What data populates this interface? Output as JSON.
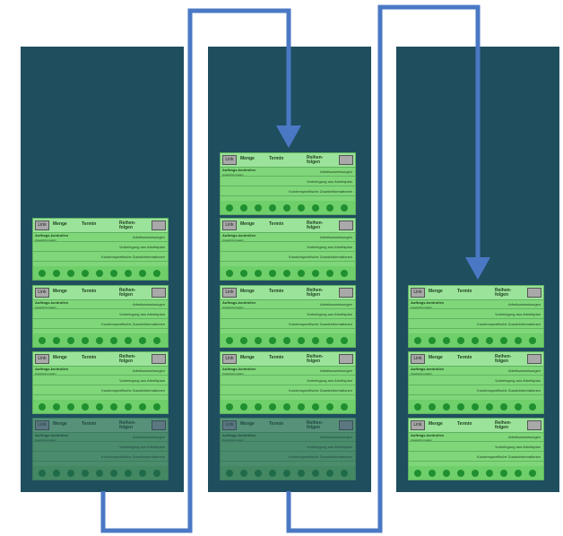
{
  "colors": {
    "column": "#1f4e5f",
    "card": "#7fd77a",
    "arrow": "#4a78c4"
  },
  "columns": [
    {
      "name": "column-1",
      "cards": 4,
      "faded_last": true
    },
    {
      "name": "column-2",
      "cards": 5,
      "faded_last": true
    },
    {
      "name": "column-3",
      "cards": 3,
      "faded_last": false
    }
  ],
  "card": {
    "icon_left": "Link",
    "col1": "Menge",
    "col2": "Termin",
    "col3": "Reihen-folgen",
    "row1_label": "Auftrags-kontrollen",
    "row1_sub": "Zusatzinformation",
    "row1_right": "Arbeitsanweisungen",
    "row2_right": "Vorbelegung aus Arbeitsplan",
    "row3_right": "Kundenspezifische Zusatzinformationen"
  }
}
